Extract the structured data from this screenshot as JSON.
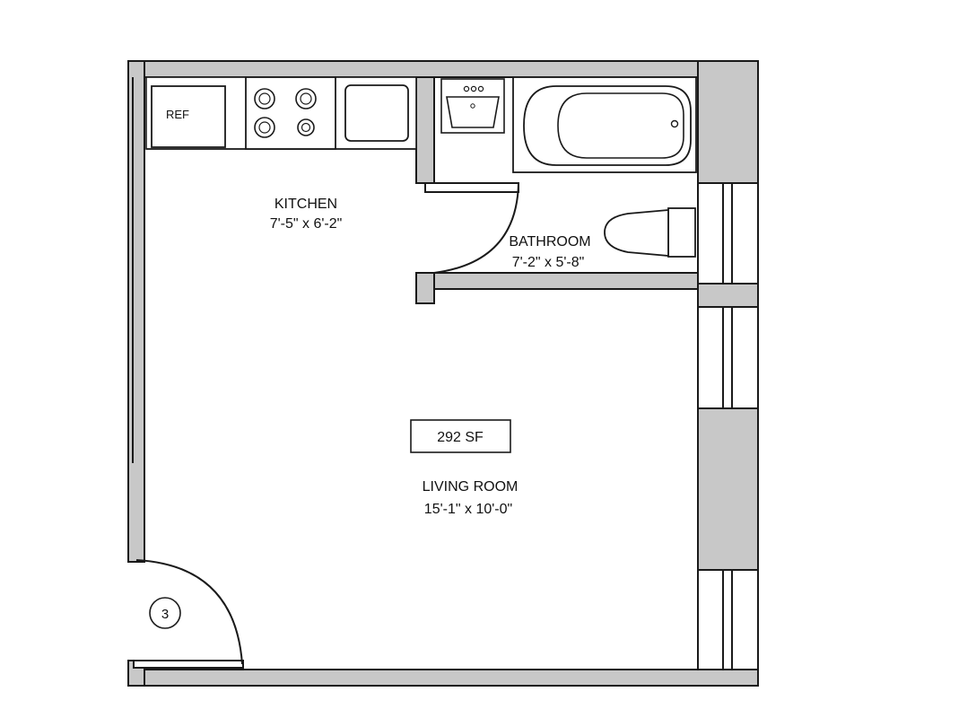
{
  "rooms": {
    "kitchen": {
      "name": "KITCHEN",
      "dimensions": "7'-5\" x 6'-2\""
    },
    "bathroom": {
      "name": "BATHROOM",
      "dimensions": "7'-2\" x 5'-8\""
    },
    "living_room": {
      "name": "LIVING ROOM",
      "dimensions": "15'-1\" x 10'-0\""
    }
  },
  "area_label": "292 SF",
  "appliances": {
    "refrigerator_label": "REF"
  },
  "unit_marker": "3",
  "colors": {
    "wall": "#c8c8c8",
    "line": "#1a1a1a",
    "background": "#ffffff"
  }
}
